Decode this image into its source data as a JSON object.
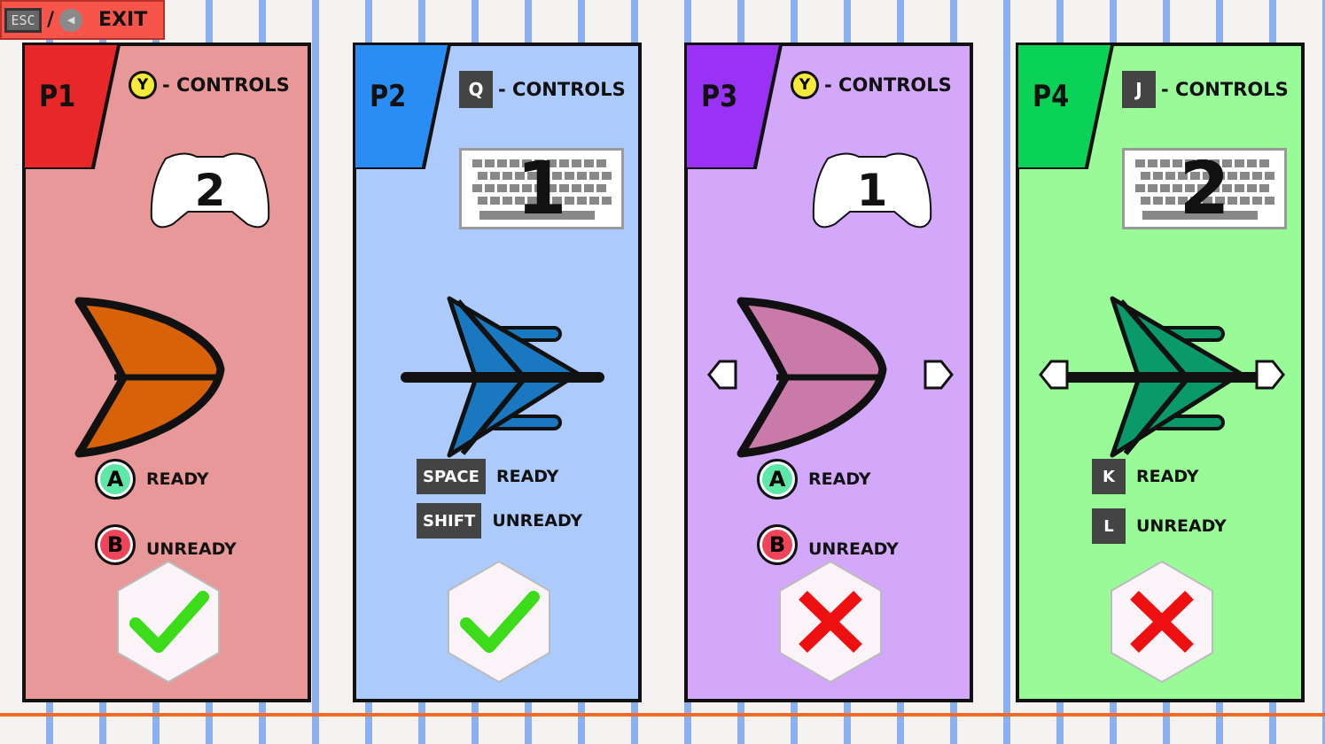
{
  "exit": {
    "esc_label": "ESC",
    "separator": "/",
    "back_icon": "back-circle-icon",
    "label": "EXIT"
  },
  "players": [
    {
      "tag": "P1",
      "color": "#e82828",
      "bg": "#e89898",
      "hint_key": "Y",
      "hint_type": "gamepad",
      "hint_text": "- CONTROLS",
      "device": "gamepad",
      "device_number": "2",
      "ship_color": "#d86208",
      "ship_type": "dart",
      "has_arrows": false,
      "ready_key": "A",
      "unready_key": "B",
      "ready_label": "READY",
      "unready_label": "UNREADY",
      "status": "ready"
    },
    {
      "tag": "P2",
      "color": "#2a8cf5",
      "bg": "#accbfc",
      "hint_key": "Q",
      "hint_type": "key",
      "hint_text": "- CONTROLS",
      "device": "keyboard",
      "device_number": "1",
      "ship_color": "#1a78c0",
      "ship_type": "jet",
      "has_arrows": false,
      "ready_key": "SPACE",
      "unready_key": "SHIFT",
      "ready_label": "READY",
      "unready_label": "UNREADY",
      "status": "ready"
    },
    {
      "tag": "P3",
      "color": "#9a32f5",
      "bg": "#d3a8fb",
      "hint_key": "Y",
      "hint_type": "gamepad",
      "hint_text": "- CONTROLS",
      "device": "gamepad",
      "device_number": "1",
      "ship_color": "#c97aa8",
      "ship_type": "dart",
      "has_arrows": true,
      "ready_key": "A",
      "unready_key": "B",
      "ready_label": "READY",
      "unready_label": "UNREADY",
      "status": "not-ready"
    },
    {
      "tag": "P4",
      "color": "#0ad256",
      "bg": "#98fb98",
      "hint_key": "J",
      "hint_type": "key",
      "hint_text": "- CONTROLS",
      "device": "keyboard",
      "device_number": "2",
      "ship_color": "#0a9a6a",
      "ship_type": "jet",
      "has_arrows": true,
      "ready_key": "K",
      "unready_key": "L",
      "ready_label": "READY",
      "unready_label": "UNREADY",
      "status": "not-ready"
    }
  ]
}
